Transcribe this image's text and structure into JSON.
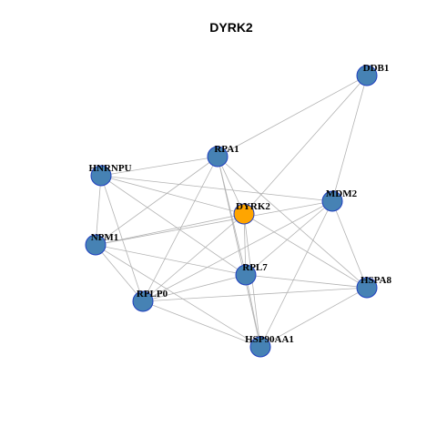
{
  "title": "DYRK2",
  "colors": {
    "node_fill": "#4682b4",
    "node_border": "#1f3fbf",
    "center_fill": "#ffa500",
    "edge": "#b3b3b3"
  },
  "nodes": [
    {
      "id": "DDB1",
      "label": "DDB1",
      "center": false
    },
    {
      "id": "RPA1",
      "label": "RPA1",
      "center": false
    },
    {
      "id": "HNRNPU",
      "label": "HNRNPU",
      "center": false
    },
    {
      "id": "MDM2",
      "label": "MDM2",
      "center": false
    },
    {
      "id": "DYRK2",
      "label": "DYRK2",
      "center": true
    },
    {
      "id": "NPM1",
      "label": "NPM1",
      "center": false
    },
    {
      "id": "RPL7",
      "label": "RPL7",
      "center": false
    },
    {
      "id": "HSPA8",
      "label": "HSPA8",
      "center": false
    },
    {
      "id": "RPLP0",
      "label": "RPLP0",
      "center": false
    },
    {
      "id": "HSP90AA1",
      "label": "HSP90AA1",
      "center": false
    }
  ],
  "edges": [
    [
      "DDB1",
      "RPA1"
    ],
    [
      "DDB1",
      "DYRK2"
    ],
    [
      "DDB1",
      "MDM2"
    ],
    [
      "RPA1",
      "HNRNPU"
    ],
    [
      "RPA1",
      "NPM1"
    ],
    [
      "RPA1",
      "RPLP0"
    ],
    [
      "RPA1",
      "RPL7"
    ],
    [
      "RPA1",
      "HSP90AA1"
    ],
    [
      "RPA1",
      "HSPA8"
    ],
    [
      "RPA1",
      "DYRK2"
    ],
    [
      "HNRNPU",
      "DYRK2"
    ],
    [
      "HNRNPU",
      "MDM2"
    ],
    [
      "HNRNPU",
      "NPM1"
    ],
    [
      "HNRNPU",
      "RPL7"
    ],
    [
      "HNRNPU",
      "RPLP0"
    ],
    [
      "DYRK2",
      "NPM1"
    ],
    [
      "DYRK2",
      "RPLP0"
    ],
    [
      "DYRK2",
      "HSP90AA1"
    ],
    [
      "DYRK2",
      "HSPA8"
    ],
    [
      "DYRK2",
      "RPL7"
    ],
    [
      "MDM2",
      "NPM1"
    ],
    [
      "MDM2",
      "RPLP0"
    ],
    [
      "MDM2",
      "HSP90AA1"
    ],
    [
      "MDM2",
      "HSPA8"
    ],
    [
      "MDM2",
      "RPL7"
    ],
    [
      "NPM1",
      "RPL7"
    ],
    [
      "NPM1",
      "HSP90AA1"
    ],
    [
      "NPM1",
      "RPLP0"
    ],
    [
      "RPLP0",
      "HSPA8"
    ],
    [
      "RPLP0",
      "HSP90AA1"
    ],
    [
      "RPLP0",
      "RPL7"
    ],
    [
      "RPL7",
      "HSPA8"
    ],
    [
      "RPL7",
      "HSP90AA1"
    ],
    [
      "HSP90AA1",
      "HSPA8"
    ]
  ]
}
